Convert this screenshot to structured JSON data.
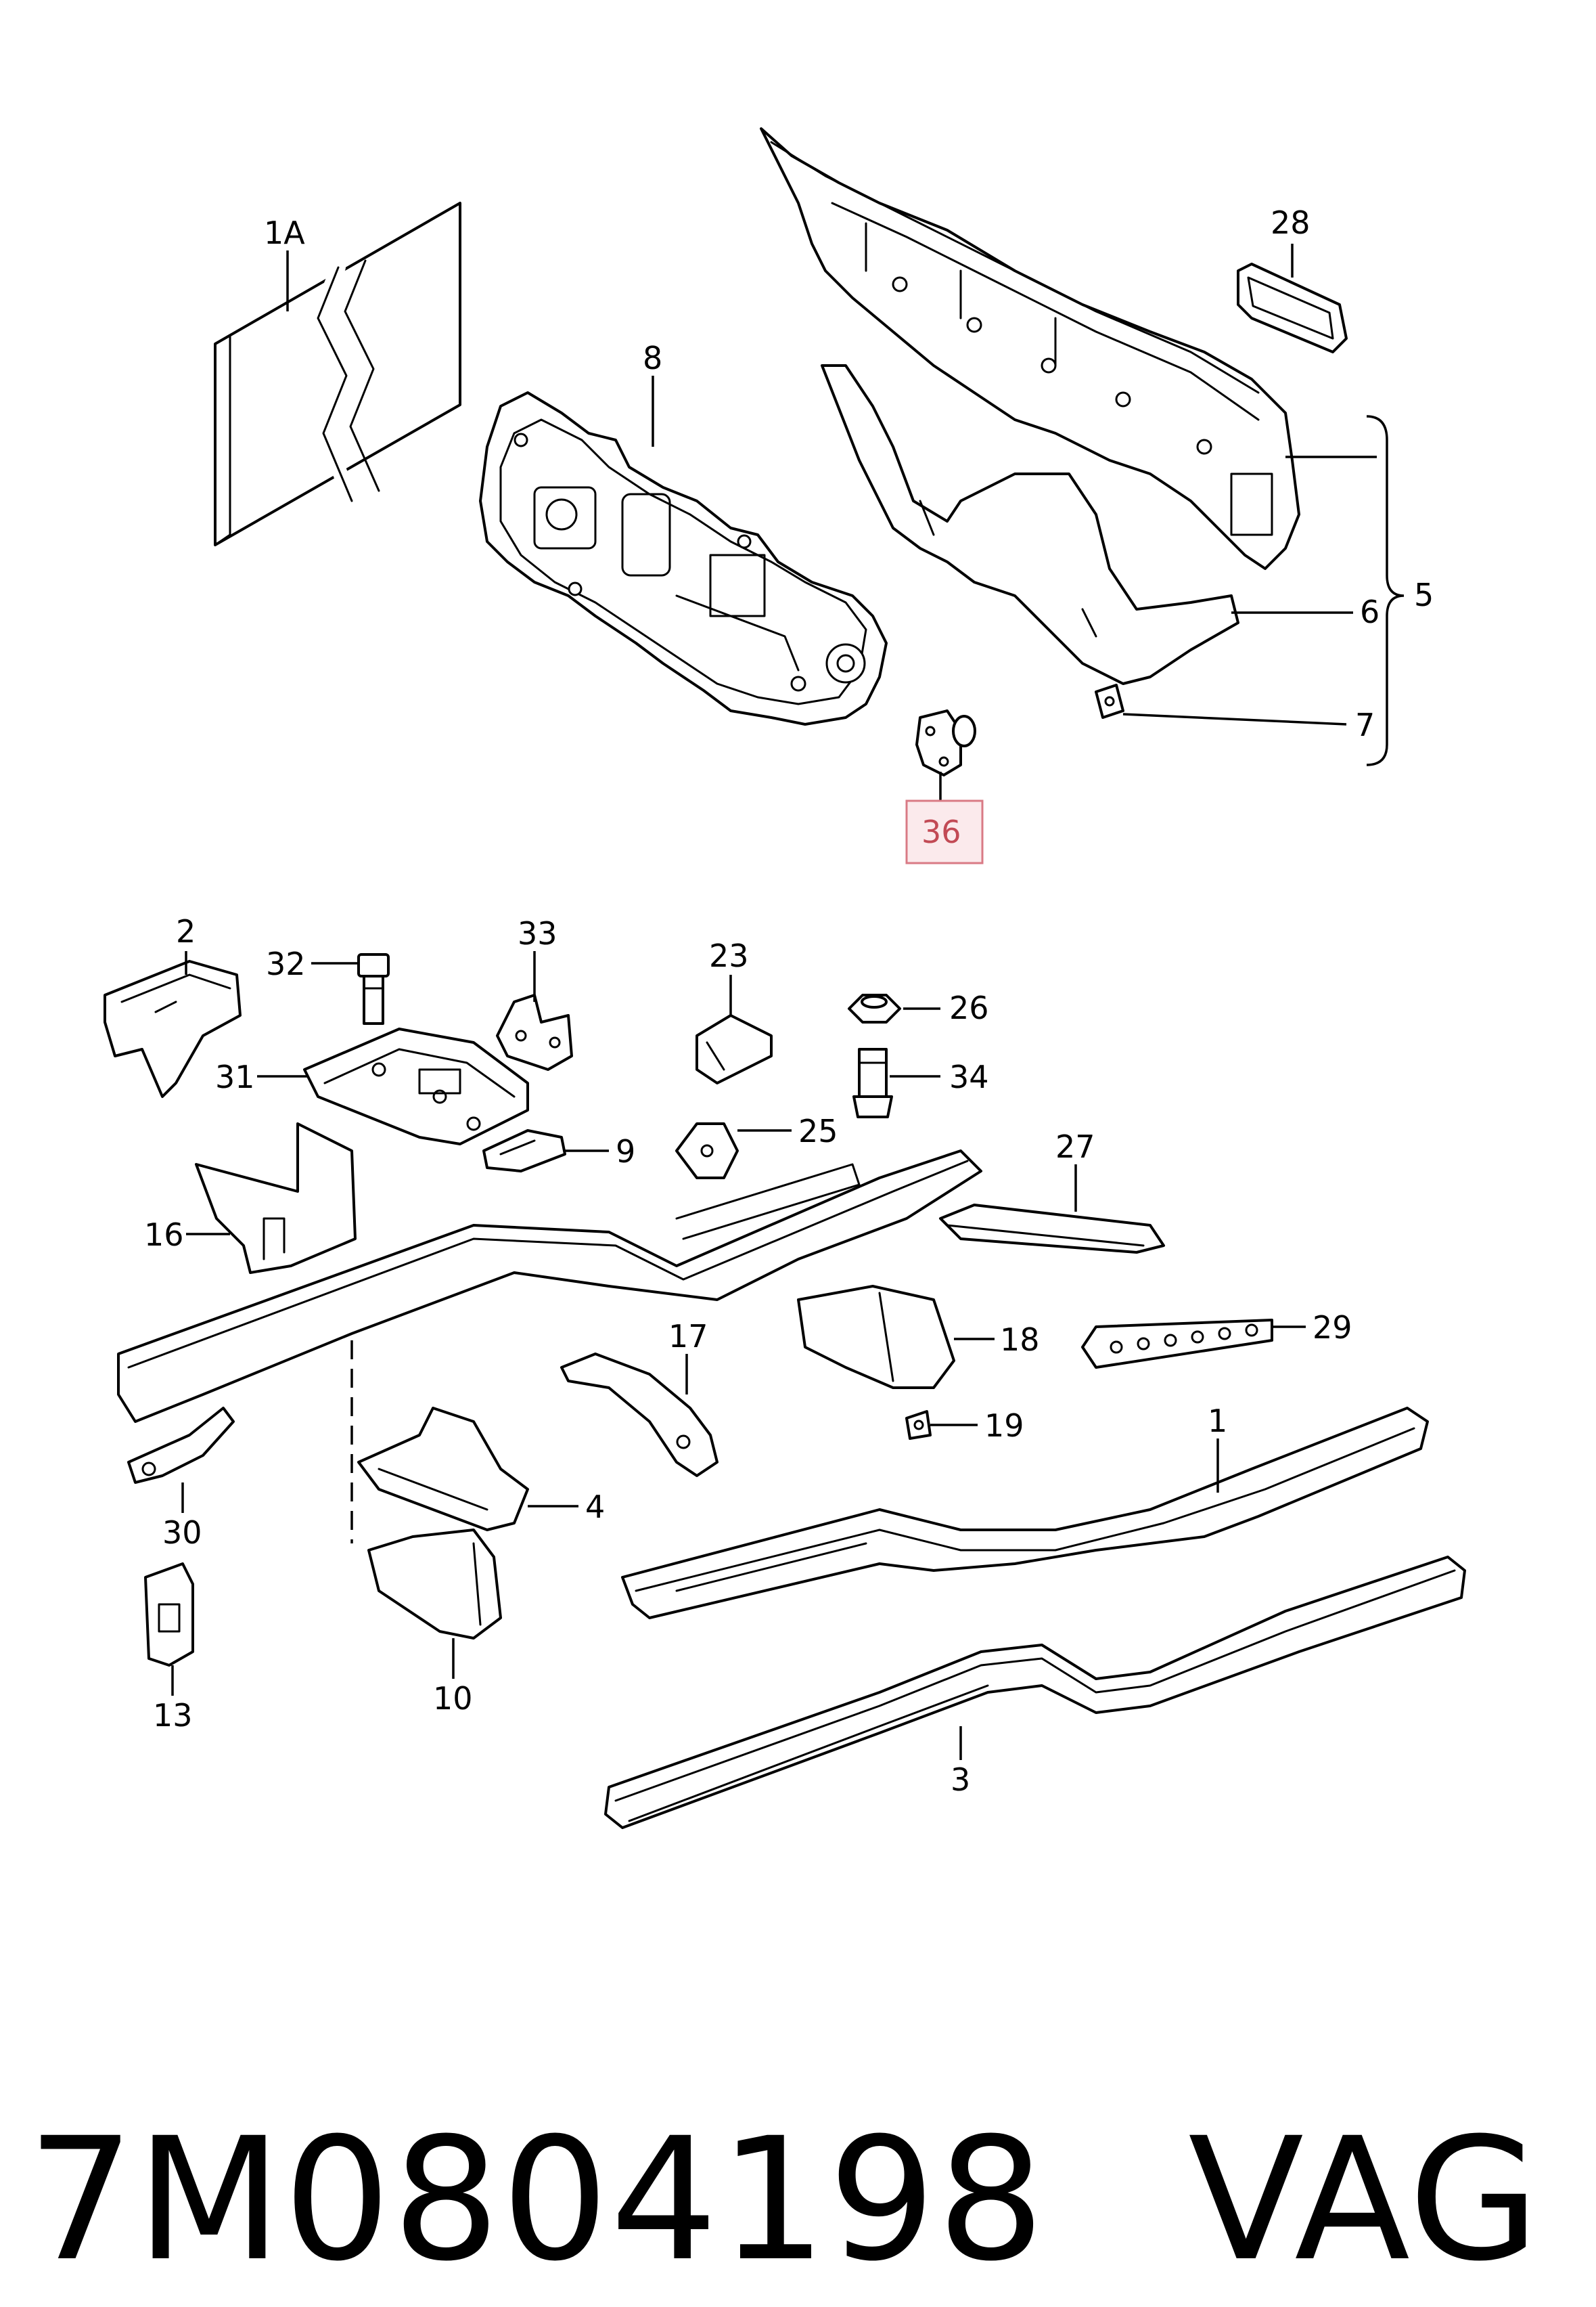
{
  "callouts": {
    "c1A": "1A",
    "c28": "28",
    "c8": "8",
    "c5": "5",
    "c6": "6",
    "c7": "7",
    "c36": "36",
    "c2": "2",
    "c32": "32",
    "c33": "33",
    "c23": "23",
    "c26": "26",
    "c34": "34",
    "c31": "31",
    "c25": "25",
    "c9": "9",
    "c27": "27",
    "c16": "16",
    "c17": "17",
    "c18": "18",
    "c29": "29",
    "c19": "19",
    "c1": "1",
    "c30": "30",
    "c4": "4",
    "c13": "13",
    "c10": "10",
    "c3": "3"
  },
  "highlighted_callout": "36",
  "colors": {
    "line": "#000000",
    "highlight_text": "#c24a55",
    "highlight_fill": "#fbeaec",
    "highlight_border": "#d97a85"
  },
  "footer": {
    "part_number": "7M0804198",
    "brand": "VAG"
  }
}
